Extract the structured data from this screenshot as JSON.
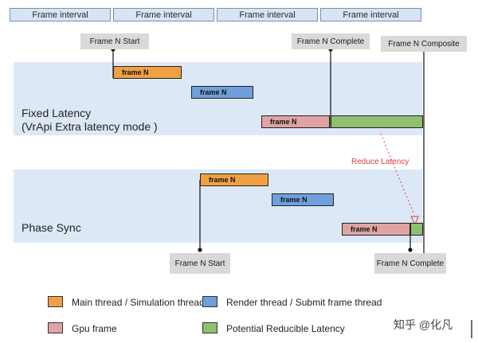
{
  "intervals": [
    "Frame interval",
    "Frame interval",
    "Frame interval",
    "Frame interval"
  ],
  "top_markers": {
    "start": "Frame N Start",
    "complete": "Frame N Complete",
    "composite": "Frame N Composite"
  },
  "fixed_latency": {
    "label_line1": "Fixed Latency",
    "label_line2": "(VrApi Extra latency mode )",
    "main_bar": "frame N",
    "render_bar": "frame N",
    "gpu_bar": "frame N"
  },
  "reduce_latency": "Reduce Latency",
  "phase_sync": {
    "label": "Phase Sync",
    "main_bar": "frame N",
    "render_bar": "frame N",
    "gpu_bar": "frame N"
  },
  "bottom_markers": {
    "start": "Frame N Start",
    "complete": "Frame N Complete"
  },
  "legend": [
    {
      "label": "Main thread / Simulation thread",
      "color": "#f0a043"
    },
    {
      "label": "Render thread / Submit frame thread",
      "color": "#6f9fdc"
    },
    {
      "label": "Gpu frame",
      "color": "#dfa3a3"
    },
    {
      "label": "Potential Reducible  Latency",
      "color": "#8fc06f"
    }
  ],
  "watermark": "知乎 @化凡",
  "colors": {
    "main": "#f0a043",
    "render": "#6f9fdc",
    "gpu": "#dfa3a3",
    "latency": "#8fc06f",
    "band": "#dce8f5",
    "interval": "#d6e4f3",
    "arrow": "#e03c3c"
  }
}
